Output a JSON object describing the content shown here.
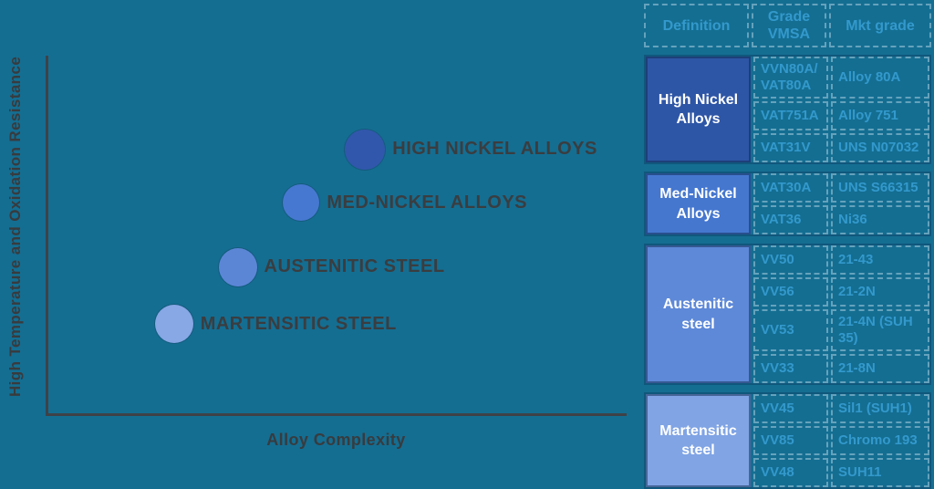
{
  "colors": {
    "background": "#146e92",
    "axis": "#3e4247",
    "label_text": "#3a3d40",
    "table_text": "#3399cc",
    "high_nickel": "#3157ac",
    "med_nickel": "#4678d1",
    "austenitic": "#5b86d6",
    "martensitic": "#87a7e5"
  },
  "chart_data": {
    "type": "scatter",
    "title": "",
    "xlabel": "Alloy Complexity",
    "ylabel": "High Temperature and Oxidation Resistance",
    "x_range": [
      0,
      1
    ],
    "y_range": [
      0,
      1
    ],
    "grid": false,
    "legend": "none",
    "points": [
      {
        "label": "MARTENSITIC STEEL",
        "x": 0.22,
        "y": 0.25,
        "r": 21,
        "color": "#87a7e5"
      },
      {
        "label": "AUSTENITIC STEEL",
        "x": 0.33,
        "y": 0.41,
        "r": 21,
        "color": "#5b86d6"
      },
      {
        "label": "MED-NICKEL ALLOYS",
        "x": 0.44,
        "y": 0.59,
        "r": 20,
        "color": "#4678d1"
      },
      {
        "label": "HIGH NICKEL ALLOYS",
        "x": 0.55,
        "y": 0.74,
        "r": 22,
        "color": "#3157ac"
      }
    ]
  },
  "table": {
    "headers": [
      "Definition",
      "Grade VMSA",
      "Mkt grade"
    ],
    "groups": [
      {
        "definition": "High Nickel Alloys",
        "color": "#2e56a6",
        "rows": [
          {
            "grade": "VVN80A/ VAT80A",
            "mkt": "Alloy 80A"
          },
          {
            "grade": "VAT751A",
            "mkt": "Alloy 751"
          },
          {
            "grade": "VAT31V",
            "mkt": "UNS N07032"
          }
        ]
      },
      {
        "definition": "Med-Nickel Alloys",
        "color": "#4577cf",
        "rows": [
          {
            "grade": "VAT30A",
            "mkt": "UNS S66315"
          },
          {
            "grade": "VAT36",
            "mkt": "Ni36"
          }
        ]
      },
      {
        "definition": "Austenitic steel",
        "color": "#5e89d8",
        "rows": [
          {
            "grade": "VV50",
            "mkt": "21-43"
          },
          {
            "grade": "VV56",
            "mkt": "21-2N"
          },
          {
            "grade": "VV53",
            "mkt": "21-4N (SUH 35)"
          },
          {
            "grade": "VV33",
            "mkt": "21-8N"
          }
        ]
      },
      {
        "definition": "Martensitic steel",
        "color": "#80a4e4",
        "rows": [
          {
            "grade": "VV45",
            "mkt": "Sil1 (SUH1)"
          },
          {
            "grade": "VV85",
            "mkt": "Chromo 193"
          },
          {
            "grade": "VV48",
            "mkt": "SUH11"
          }
        ]
      }
    ]
  }
}
